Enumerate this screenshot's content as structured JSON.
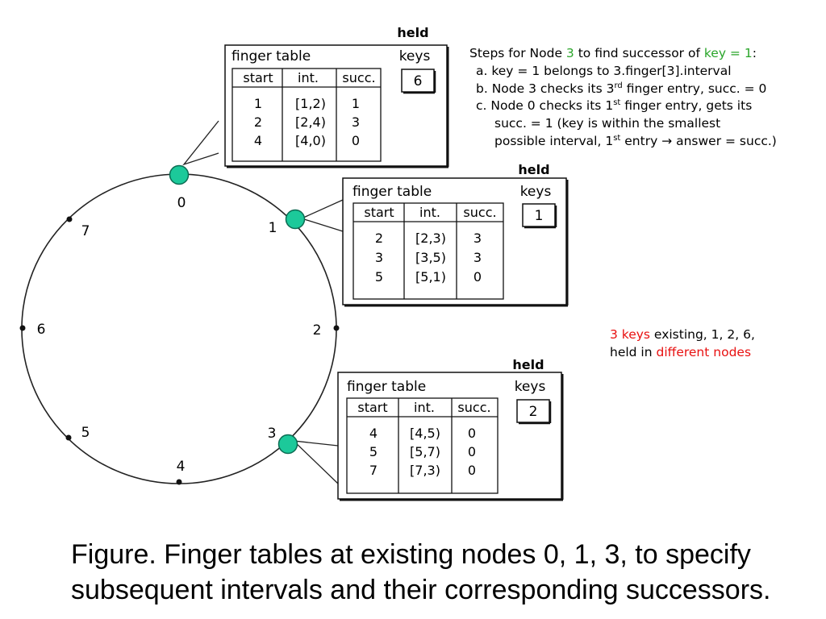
{
  "colors": {
    "node_fill": "#1cc99a",
    "node_stroke": "#0b6b52",
    "green_text": "#2aa52a",
    "red_text": "#e81010"
  },
  "ring": {
    "nodes": [
      {
        "id": "0",
        "active": true
      },
      {
        "id": "1",
        "active": true
      },
      {
        "id": "2",
        "active": false
      },
      {
        "id": "3",
        "active": true
      },
      {
        "id": "4",
        "active": false
      },
      {
        "id": "5",
        "active": false
      },
      {
        "id": "6",
        "active": false
      },
      {
        "id": "7",
        "active": false
      }
    ]
  },
  "table_labels": {
    "held": "held",
    "keys": "keys",
    "finger_table": "finger table",
    "col_start": "start",
    "col_int": "int.",
    "col_succ": "succ."
  },
  "tables": [
    {
      "node": "0",
      "held_key": "6",
      "rows": [
        {
          "start": "1",
          "int": "[1,2)",
          "succ": "1"
        },
        {
          "start": "2",
          "int": "[2,4)",
          "succ": "3"
        },
        {
          "start": "4",
          "int": "[4,0)",
          "succ": "0"
        }
      ]
    },
    {
      "node": "1",
      "held_key": "1",
      "rows": [
        {
          "start": "2",
          "int": "[2,3)",
          "succ": "3"
        },
        {
          "start": "3",
          "int": "[3,5)",
          "succ": "3"
        },
        {
          "start": "5",
          "int": "[5,1)",
          "succ": "0"
        }
      ]
    },
    {
      "node": "3",
      "held_key": "2",
      "rows": [
        {
          "start": "4",
          "int": "[4,5)",
          "succ": "0"
        },
        {
          "start": "5",
          "int": "[5,7)",
          "succ": "0"
        },
        {
          "start": "7",
          "int": "[7,3)",
          "succ": "0"
        }
      ]
    }
  ],
  "steps": {
    "title_pre": "Steps for Node ",
    "title_node": "3",
    "title_mid": " to find successor of ",
    "title_key": "key = 1",
    "title_end": ":",
    "a": "a. key = 1 belongs to 3.finger[3].interval",
    "b_pre": "b. Node 3 checks its 3",
    "b_sup": "rd",
    "b_post": " finger entry, succ. = 0",
    "c_pre": "c. Node 0 checks its 1",
    "c_sup": "st",
    "c_post": " finger entry, gets its",
    "c_line2": "succ. = 1 (key is within the smallest",
    "c_line3_pre": "possible interval, 1",
    "c_line3_sup": "st",
    "c_line3_post": " entry → answer = succ.)"
  },
  "keys_note": {
    "red1": "3 keys",
    "mid": " existing, 1, 2, 6,",
    "line2_pre": "held in ",
    "red2": "different nodes"
  },
  "caption": {
    "line1": "Figure.  Finger tables at existing nodes 0, 1, 3, to specify",
    "line2": "subsequent intervals and their corresponding successors."
  }
}
